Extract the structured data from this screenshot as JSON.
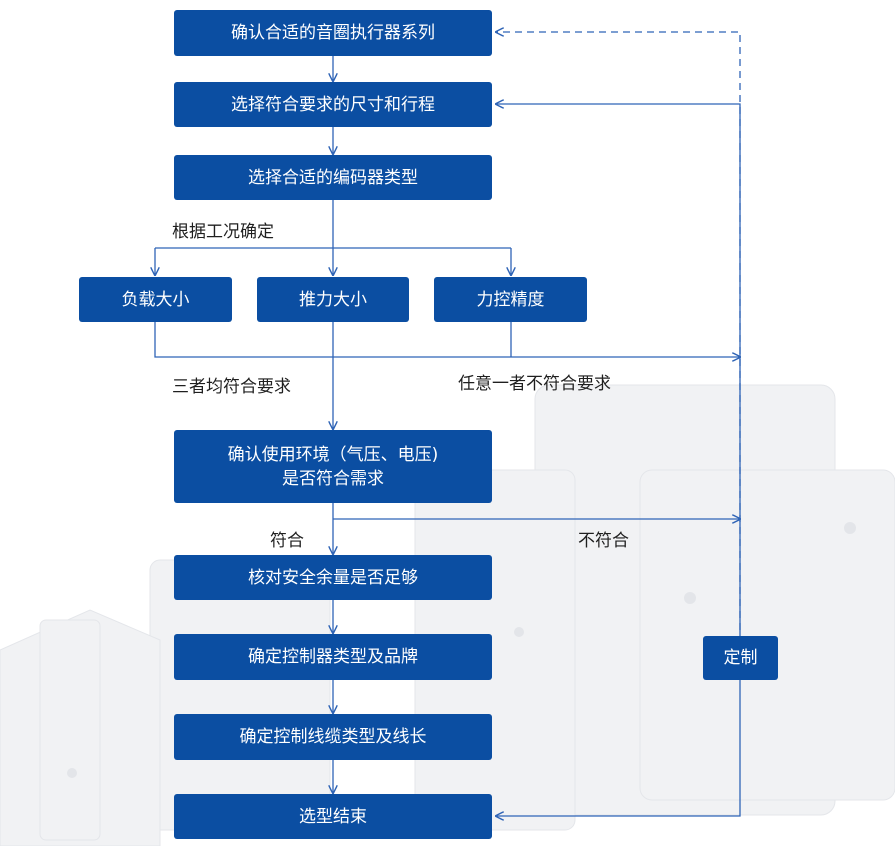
{
  "colors": {
    "box_fill": "#0b4ea2",
    "line": "#2f64b6",
    "text_on_box": "#ffffff",
    "label_text": "#1f1f1f"
  },
  "nodes": {
    "confirm_series": "确认合适的音圈执行器系列",
    "select_size": "选择符合要求的尺寸和行程",
    "select_encoder": "选择合适的编码器类型",
    "load": "负载大小",
    "thrust": "推力大小",
    "force_precision": "力控精度",
    "env_line1": "确认使用环境（气压、电压)",
    "env_line2": "是否符合需求",
    "safety": "核对安全余量是否足够",
    "controller": "确定控制器类型及品牌",
    "cable": "确定控制线缆类型及线长",
    "end": "选型结束",
    "custom": "定制"
  },
  "labels": {
    "by_condition": "根据工况确定",
    "all_meet": "三者均符合要求",
    "any_fail": "任意一者不符合要求",
    "meet": "符合",
    "not_meet": "不符合"
  }
}
